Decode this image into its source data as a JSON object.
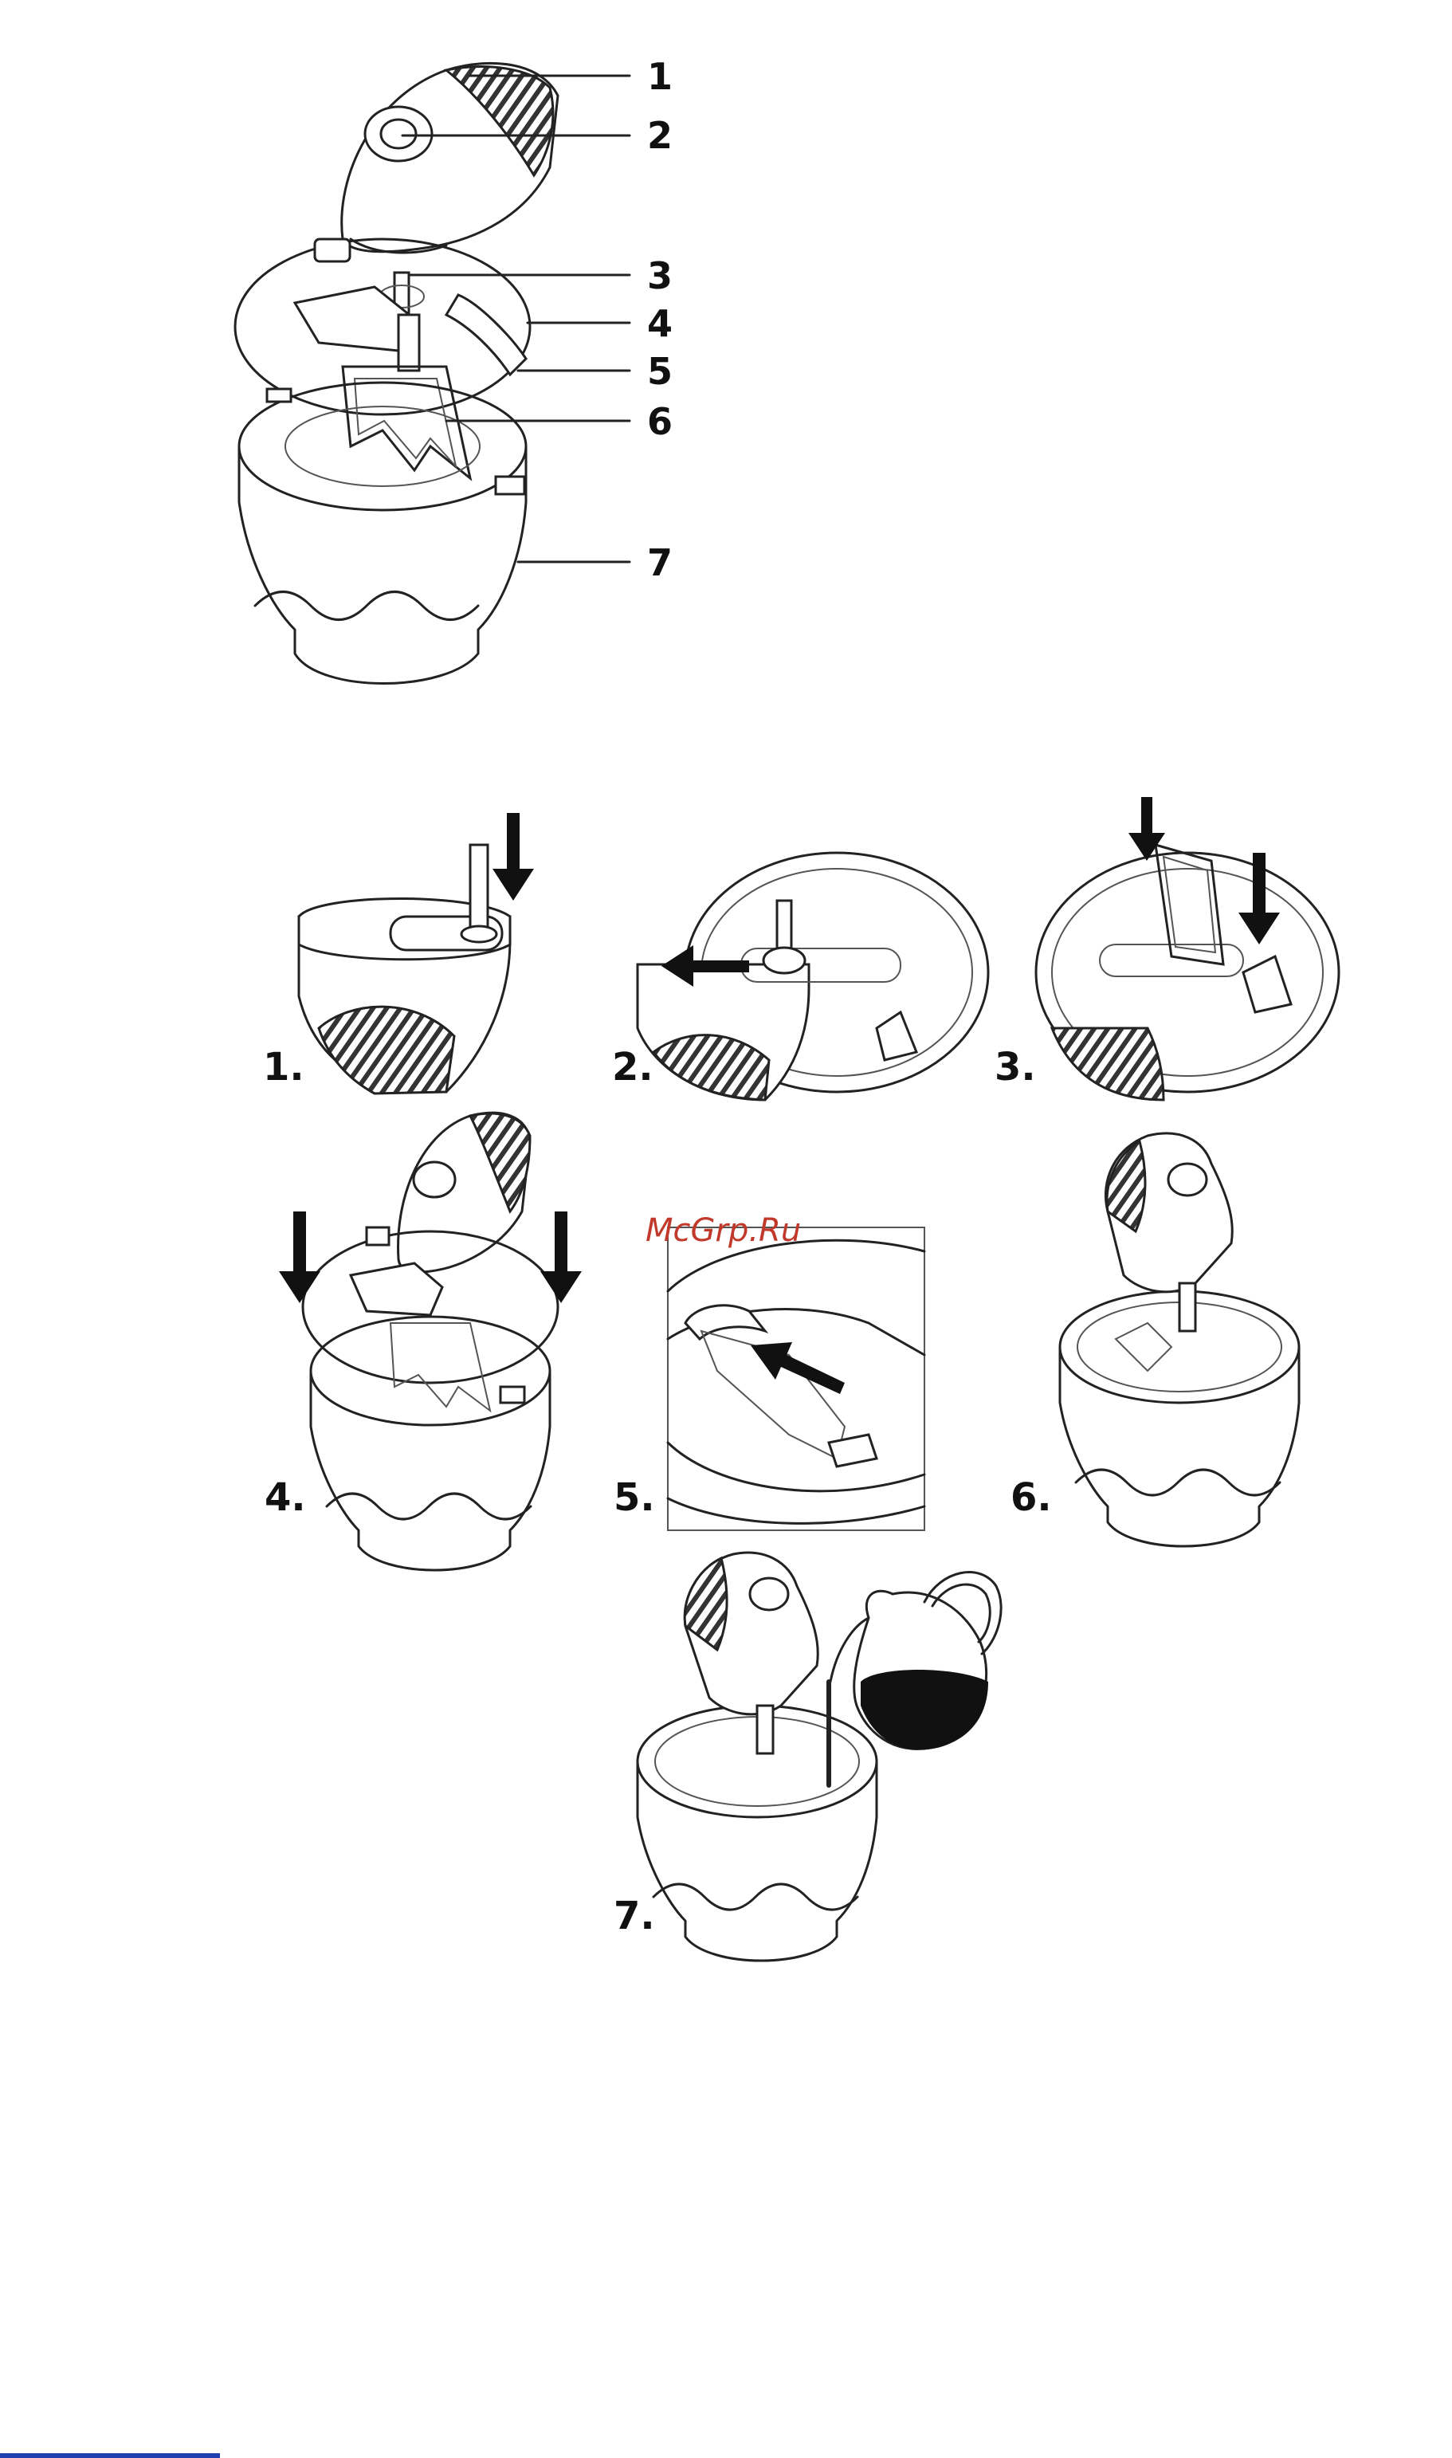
{
  "watermark": "McGrp.Ru",
  "parts_diagram": {
    "callouts": [
      "1",
      "2",
      "3",
      "4",
      "5",
      "6",
      "7"
    ]
  },
  "assembly_steps": {
    "labels": [
      "1.",
      "2.",
      "3.",
      "4.",
      "5.",
      "6.",
      "7."
    ]
  },
  "colors": {
    "line": "#222222",
    "watermark": "#c0392b",
    "footer_bar": "#1f3fae"
  }
}
